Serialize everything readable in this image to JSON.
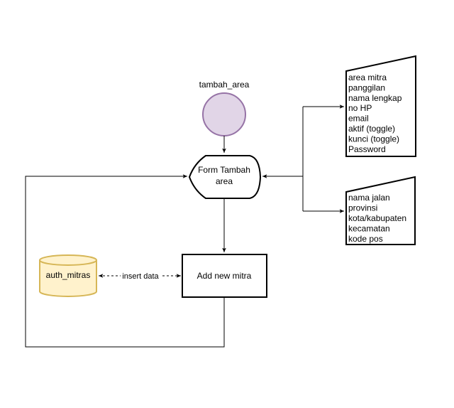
{
  "nodes": {
    "start": {
      "label": "tambah_area",
      "fill": "#e1d5e7",
      "stroke": "#9673a6"
    },
    "form": {
      "line1": "Form Tambah",
      "line2": "area"
    },
    "process": {
      "label": "Add new mitra"
    },
    "database": {
      "label": "auth_mitras",
      "fill": "#fff2cc",
      "stroke": "#d6b656"
    },
    "input_top": {
      "fields": [
        "area mitra",
        "panggilan",
        "nama lengkap",
        "no HP",
        "email",
        "aktif (toggle)",
        "kunci (toggle)",
        "Password"
      ]
    },
    "input_bottom": {
      "fields": [
        "nama jalan",
        "provinsi",
        "kota/kabupaten",
        "kecamatan",
        "kode pos"
      ]
    }
  },
  "edges": {
    "db_link": {
      "label": "insert data"
    }
  }
}
